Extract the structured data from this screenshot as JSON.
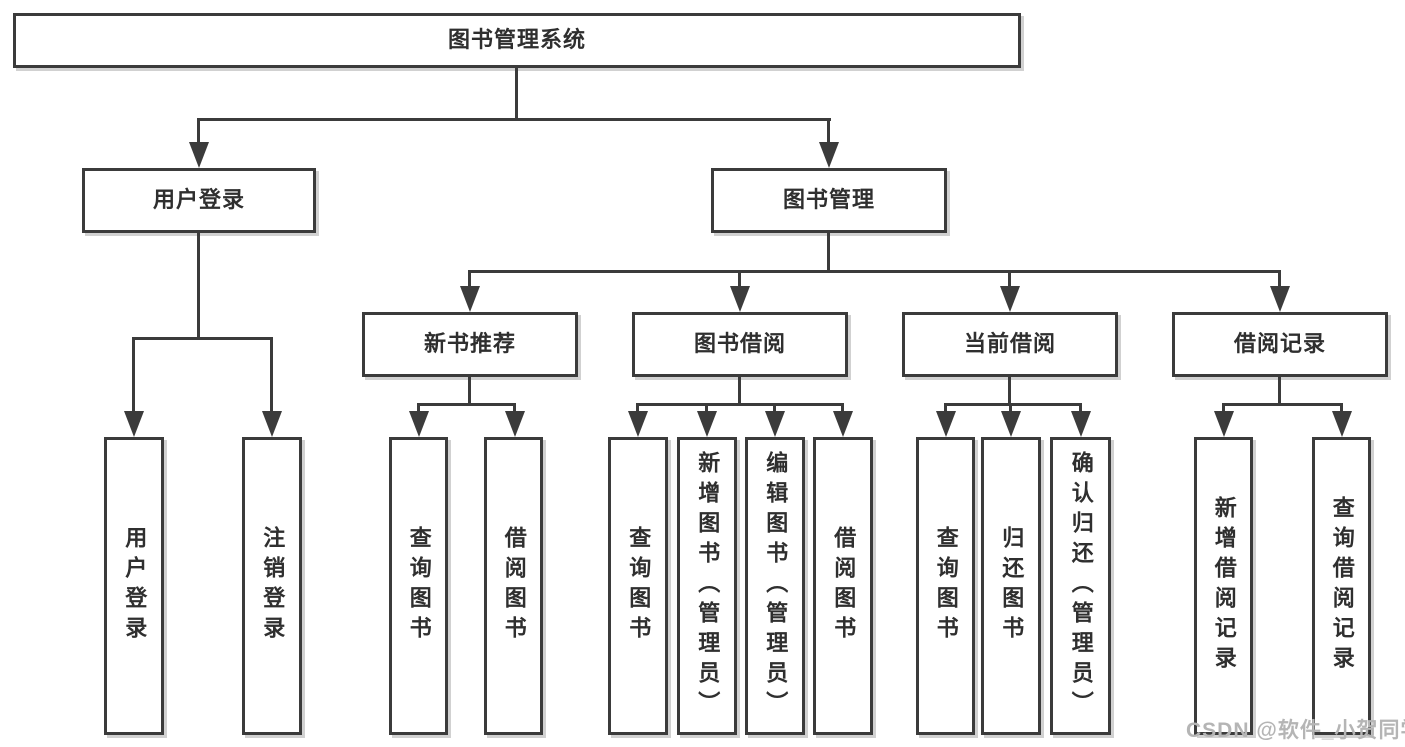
{
  "diagram": {
    "title": "图书管理系统",
    "tree": {
      "label": "图书管理系统",
      "children": [
        {
          "label": "用户登录",
          "children": [
            {
              "label": "用户登录"
            },
            {
              "label": "注销登录"
            }
          ]
        },
        {
          "label": "图书管理",
          "children": [
            {
              "label": "新书推荐",
              "children": [
                {
                  "label": "查询图书"
                },
                {
                  "label": "借阅图书"
                }
              ]
            },
            {
              "label": "图书借阅",
              "children": [
                {
                  "label": "查询图书"
                },
                {
                  "label": "新增图书（管理员）"
                },
                {
                  "label": "编辑图书（管理员）"
                },
                {
                  "label": "借阅图书"
                }
              ]
            },
            {
              "label": "当前借阅",
              "children": [
                {
                  "label": "查询图书"
                },
                {
                  "label": "归还图书"
                },
                {
                  "label": "确认归还（管理员）"
                }
              ]
            },
            {
              "label": "借阅记录",
              "children": [
                {
                  "label": "新增借阅记录"
                },
                {
                  "label": "查询借阅记录"
                }
              ]
            }
          ]
        }
      ]
    },
    "line_color": "#3b3b3b",
    "box_background": "#ffffff"
  },
  "watermark": {
    "text": "CSDN @软件_小贺同学",
    "color": "#b5b5b5"
  }
}
